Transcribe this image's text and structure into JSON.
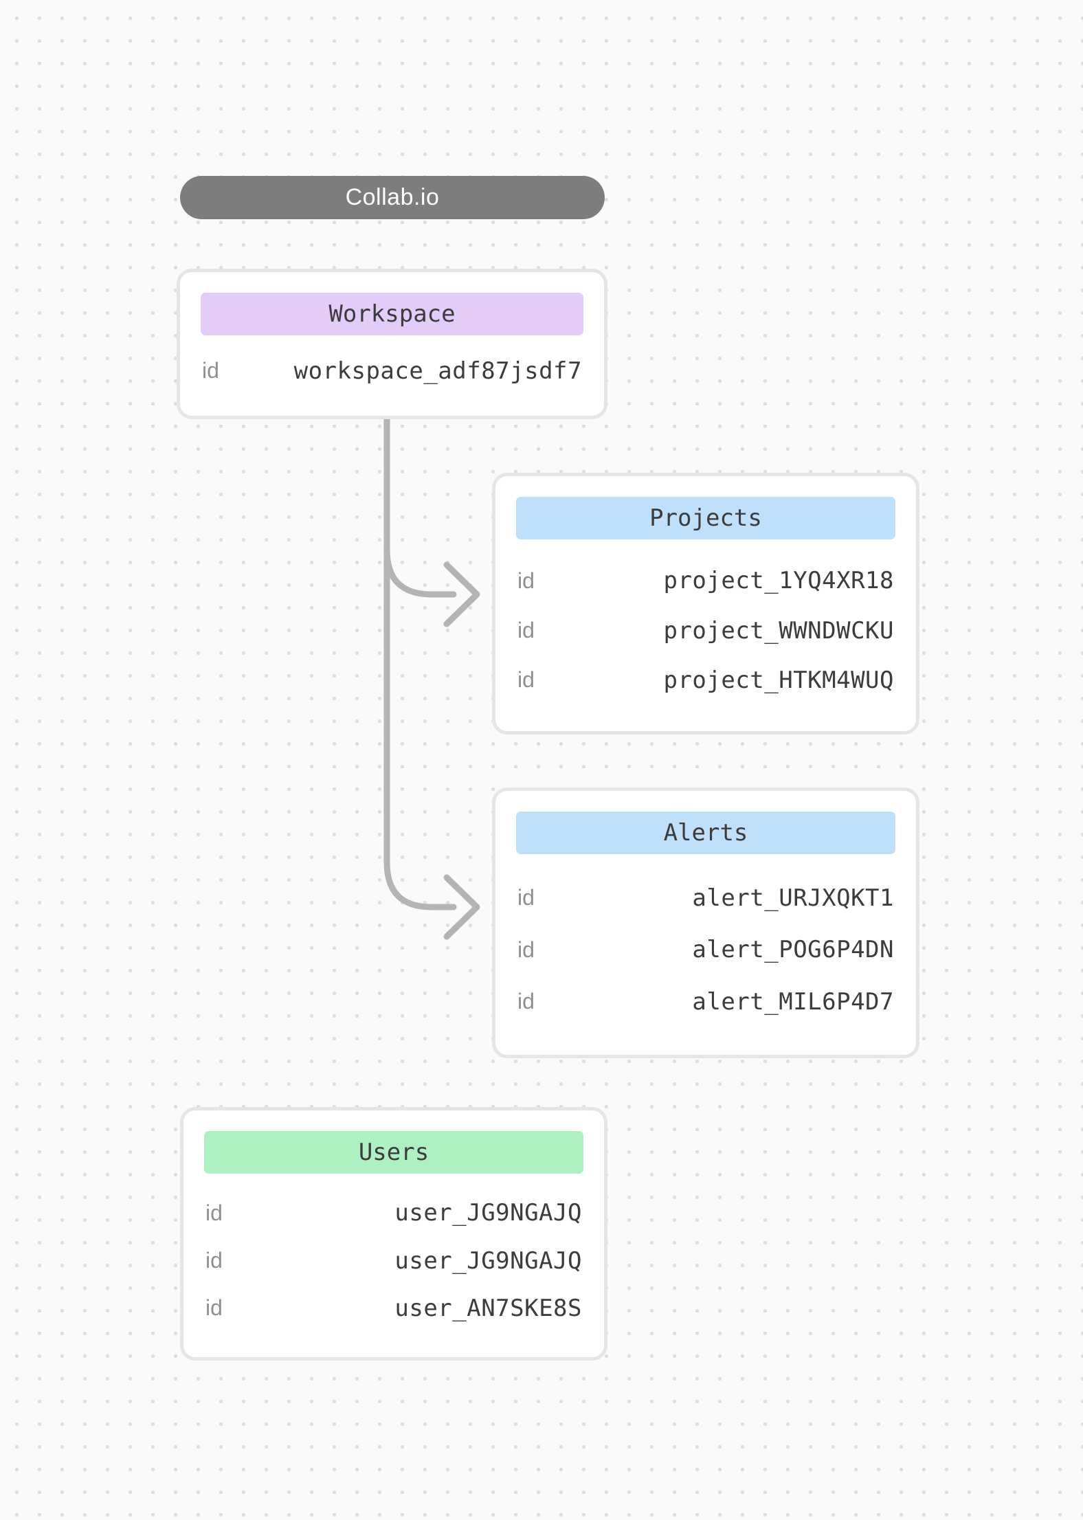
{
  "canvas": {
    "background": "#fafafa",
    "dot_color": "#dedede"
  },
  "brand": {
    "label": "Collab.io",
    "bg": "#7d7d7d",
    "text_color": "#ffffff"
  },
  "connectors": {
    "color": "#b4b4b4",
    "edges": [
      {
        "from": "workspace",
        "to": "projects"
      },
      {
        "from": "workspace",
        "to": "alerts"
      }
    ]
  },
  "nodes": {
    "workspace": {
      "title": "Workspace",
      "header_bg": "#e3cdf8",
      "rows": [
        {
          "key": "id",
          "value": "workspace_adf87jsdf7"
        }
      ]
    },
    "projects": {
      "title": "Projects",
      "header_bg": "#bee0fa",
      "rows": [
        {
          "key": "id",
          "value": "project_1YQ4XR18"
        },
        {
          "key": "id",
          "value": "project_WWNDWCKU"
        },
        {
          "key": "id",
          "value": "project_HTKM4WUQ"
        }
      ]
    },
    "alerts": {
      "title": "Alerts",
      "header_bg": "#bee0fa",
      "rows": [
        {
          "key": "id",
          "value": "alert_URJXQKT1"
        },
        {
          "key": "id",
          "value": "alert_POG6P4DN"
        },
        {
          "key": "id",
          "value": "alert_MIL6P4D7"
        }
      ]
    },
    "users": {
      "title": "Users",
      "header_bg": "#aff0c2",
      "rows": [
        {
          "key": "id",
          "value": "user_JG9NGAJQ"
        },
        {
          "key": "id",
          "value": "user_JG9NGAJQ"
        },
        {
          "key": "id",
          "value": "user_AN7SKE8S"
        }
      ]
    }
  }
}
